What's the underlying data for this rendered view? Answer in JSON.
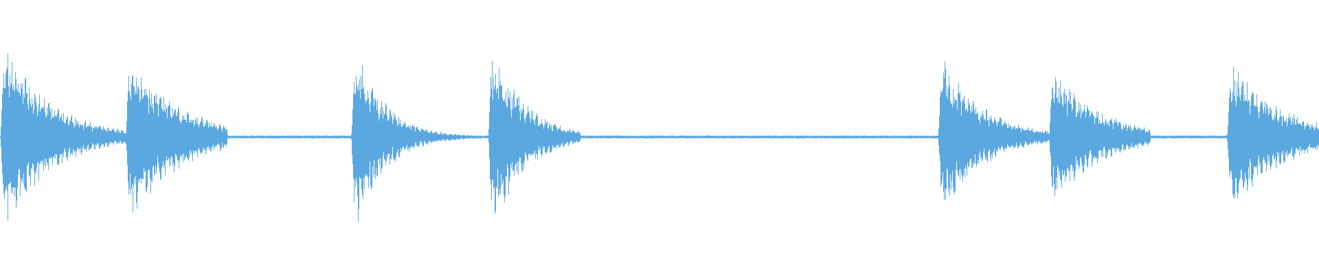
{
  "waveform": {
    "color": "#5ba8e0",
    "background": "#ffffff",
    "baseline_visible": true,
    "note": "",
    "events": [
      {
        "start": 0.0,
        "peak": 0.93,
        "decay": 0.08,
        "length": 0.075
      },
      {
        "start": 0.095,
        "peak": 0.84,
        "decay": 0.085,
        "length": 0.055
      },
      {
        "start": 0.266,
        "peak": 0.99,
        "decay": 0.05,
        "length": 0.08
      },
      {
        "start": 0.37,
        "peak": 0.99,
        "decay": 0.055,
        "length": 0.05
      },
      {
        "start": 0.711,
        "peak": 0.81,
        "decay": 0.07,
        "length": 0.065
      },
      {
        "start": 0.795,
        "peak": 0.7,
        "decay": 0.08,
        "length": 0.055
      },
      {
        "start": 0.93,
        "peak": 0.74,
        "decay": 0.09,
        "length": 0.07
      }
    ]
  }
}
